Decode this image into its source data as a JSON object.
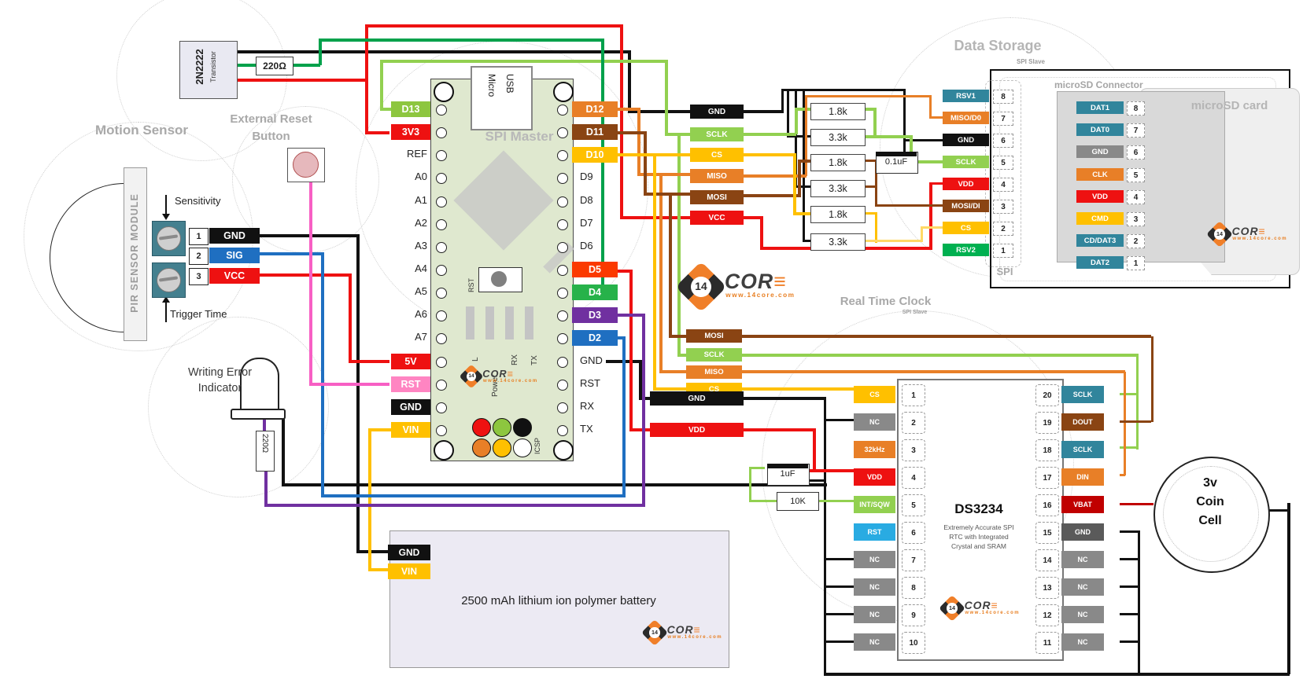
{
  "colors": {
    "black": "#111111",
    "red": "#ee1111",
    "dark_red": "#c00000",
    "red_orange": "#fb3a00",
    "orange": "#e87f27",
    "brown": "#8a4413",
    "gold": "#ffc000",
    "pale_gold": "#ffd966",
    "light_green": "#92d050",
    "dark_green": "#00a14b",
    "label_green": "#8dc63f",
    "mid_green": "#27b24a",
    "blue": "#1f6fc1",
    "sky_blue": "#29abe2",
    "purple": "#7030a0",
    "pink": "#f75fc4",
    "pink_label": "#ff85c2",
    "teal": "#31859c",
    "gray": "#898989",
    "dark_gray": "#5a5a5a",
    "rsv2_green": "#00b050",
    "board_green": "#dfe8cf",
    "white": "#ffffff"
  },
  "logo": {
    "brand": "COR",
    "e_glyph": "≡",
    "site": "www.14core.com",
    "badge": "14"
  },
  "transistor": {
    "part": "2N2222",
    "type": "Transistor",
    "base_resistor": "220Ω"
  },
  "motion_sensor": {
    "title": "Motion Sensor",
    "module": "PIR SENSOR MODULE",
    "adjust_top": "Sensitivity",
    "adjust_bottom": "Trigger Time",
    "pins": [
      {
        "n": "1",
        "label": "GND",
        "bg": "black"
      },
      {
        "n": "2",
        "label": "SIG",
        "bg": "blue"
      },
      {
        "n": "3",
        "label": "VCC",
        "bg": "red"
      }
    ]
  },
  "reset_button": {
    "title_line1": "External Reset",
    "title_line2": "Button"
  },
  "error_led": {
    "title_line1": "Writing Error",
    "title_line2": "Indicator",
    "resistor": "220Ω"
  },
  "arduino": {
    "title": "SPI Master",
    "usb_line1": "Micro",
    "usb_line2": "USB",
    "reset": "RST",
    "icsp": "ICSP",
    "leds": [
      "L",
      "Power",
      "RX",
      "TX"
    ],
    "left_pins": [
      {
        "label": "D13",
        "bg": "label_green"
      },
      {
        "label": "3V3",
        "bg": "red"
      },
      {
        "label": "REF"
      },
      {
        "label": "A0"
      },
      {
        "label": "A1"
      },
      {
        "label": "A2"
      },
      {
        "label": "A3"
      },
      {
        "label": "A4"
      },
      {
        "label": "A5"
      },
      {
        "label": "A6"
      },
      {
        "label": "A7"
      },
      {
        "label": "5V",
        "bg": "red"
      },
      {
        "label": "RST",
        "bg": "pink_label"
      },
      {
        "label": "GND",
        "bg": "black"
      },
      {
        "label": "VIN",
        "bg": "gold"
      }
    ],
    "right_pins": [
      {
        "label": "D12",
        "bg": "orange"
      },
      {
        "label": "D11",
        "bg": "brown"
      },
      {
        "label": "D10",
        "bg": "gold"
      },
      {
        "label": "D9"
      },
      {
        "label": "D8"
      },
      {
        "label": "D7"
      },
      {
        "label": "D6"
      },
      {
        "label": "D5",
        "bg": "red_orange"
      },
      {
        "label": "D4",
        "bg": "mid_green"
      },
      {
        "label": "D3",
        "bg": "purple"
      },
      {
        "label": "D2",
        "bg": "blue"
      },
      {
        "label": "GND"
      },
      {
        "label": "RST"
      },
      {
        "label": "RX"
      },
      {
        "label": "TX"
      }
    ],
    "icsp_dots_row1": [
      "#ee1111",
      "#8dc63f",
      "#111111"
    ],
    "icsp_dots_row2": [
      "#e87f27",
      "#ffc000",
      "#ffffff"
    ]
  },
  "spi_bus_sd": {
    "tags": [
      {
        "label": "GND",
        "bg": "black"
      },
      {
        "label": "SCLK",
        "bg": "light_green"
      },
      {
        "label": "CS",
        "bg": "gold"
      },
      {
        "label": "MISO",
        "bg": "orange"
      },
      {
        "label": "MOSI",
        "bg": "brown"
      },
      {
        "label": "VCC",
        "bg": "red"
      }
    ]
  },
  "spi_bus_rtc": {
    "tags": [
      {
        "label": "MOSI",
        "bg": "brown"
      },
      {
        "label": "SCLK",
        "bg": "light_green"
      },
      {
        "label": "MISO",
        "bg": "orange"
      },
      {
        "label": "CS",
        "bg": "gold"
      }
    ],
    "gnd_tag": {
      "label": "GND",
      "bg": "black"
    },
    "vdd_tag": {
      "label": "VDD",
      "bg": "red"
    }
  },
  "resistors": {
    "divider_values": [
      "1.8k",
      "3.3k",
      "1.8k",
      "3.3k",
      "1.8k",
      "3.3k"
    ],
    "sd_cap": "0.1uF",
    "rtc_cap": "1uF",
    "rtc_pullup": "10K"
  },
  "data_storage": {
    "title": "Data Storage",
    "subtitle": "SPI Slave",
    "bus": "SPI",
    "connector_title": "microSD Connector",
    "card_title": "microSD card",
    "breakout_pins": [
      {
        "label": "RSV1",
        "n": "8",
        "bg": "teal"
      },
      {
        "label": "MISO/D0",
        "n": "7",
        "bg": "orange"
      },
      {
        "label": "GND",
        "n": "6",
        "bg": "black"
      },
      {
        "label": "SCLK",
        "n": "5",
        "bg": "light_green"
      },
      {
        "label": "VDD",
        "n": "4",
        "bg": "red"
      },
      {
        "label": "MOSI/DI",
        "n": "3",
        "bg": "brown"
      },
      {
        "label": "CS",
        "n": "2",
        "bg": "gold"
      },
      {
        "label": "RSV2",
        "n": "1",
        "bg": "rsv2_green"
      }
    ],
    "card_pins": [
      {
        "label": "DAT1",
        "n": "8",
        "bg": "teal"
      },
      {
        "label": "DAT0",
        "n": "7",
        "bg": "teal"
      },
      {
        "label": "GND",
        "n": "6",
        "bg": "gray"
      },
      {
        "label": "CLK",
        "n": "5",
        "bg": "orange"
      },
      {
        "label": "VDD",
        "n": "4",
        "bg": "red"
      },
      {
        "label": "CMD",
        "n": "3",
        "bg": "gold"
      },
      {
        "label": "CD/DAT3",
        "n": "2",
        "bg": "teal"
      },
      {
        "label": "DAT2",
        "n": "1",
        "bg": "teal"
      }
    ]
  },
  "rtc": {
    "title": "Real Time Clock",
    "subtitle": "SPI Slave",
    "chip": "DS3234",
    "chip_desc": [
      "Extremely Accurate SPI",
      "RTC with Integrated",
      "Crystal and SRAM"
    ],
    "left_pins": [
      {
        "n": "1",
        "label": "CS",
        "bg": "gold"
      },
      {
        "n": "2",
        "label": "NC",
        "bg": "gray"
      },
      {
        "n": "3",
        "label": "32kHz",
        "bg": "orange"
      },
      {
        "n": "4",
        "label": "VDD",
        "bg": "red"
      },
      {
        "n": "5",
        "label": "INT/SQW",
        "bg": "light_green"
      },
      {
        "n": "6",
        "label": "RST",
        "bg": "sky_blue"
      },
      {
        "n": "7",
        "label": "NC",
        "bg": "gray"
      },
      {
        "n": "8",
        "label": "NC",
        "bg": "gray"
      },
      {
        "n": "9",
        "label": "NC",
        "bg": "gray"
      },
      {
        "n": "10",
        "label": "NC",
        "bg": "gray"
      }
    ],
    "right_pins": [
      {
        "n": "20",
        "label": "SCLK",
        "bg": "teal"
      },
      {
        "n": "19",
        "label": "DOUT",
        "bg": "brown"
      },
      {
        "n": "18",
        "label": "SCLK",
        "bg": "teal"
      },
      {
        "n": "17",
        "label": "DIN",
        "bg": "orange"
      },
      {
        "n": "16",
        "label": "VBAT",
        "bg": "dark_red"
      },
      {
        "n": "15",
        "label": "GND",
        "bg": "dark_gray"
      },
      {
        "n": "14",
        "label": "NC",
        "bg": "gray"
      },
      {
        "n": "13",
        "label": "NC",
        "bg": "gray"
      },
      {
        "n": "12",
        "label": "NC",
        "bg": "gray"
      },
      {
        "n": "11",
        "label": "NC",
        "bg": "gray"
      }
    ]
  },
  "coin_cell": {
    "lines": [
      "3v",
      "Coin",
      "Cell"
    ]
  },
  "battery": {
    "label": "2500 mAh  lithium ion polymer battery",
    "gnd_tag": "GND",
    "vin_tag": "VIN"
  }
}
